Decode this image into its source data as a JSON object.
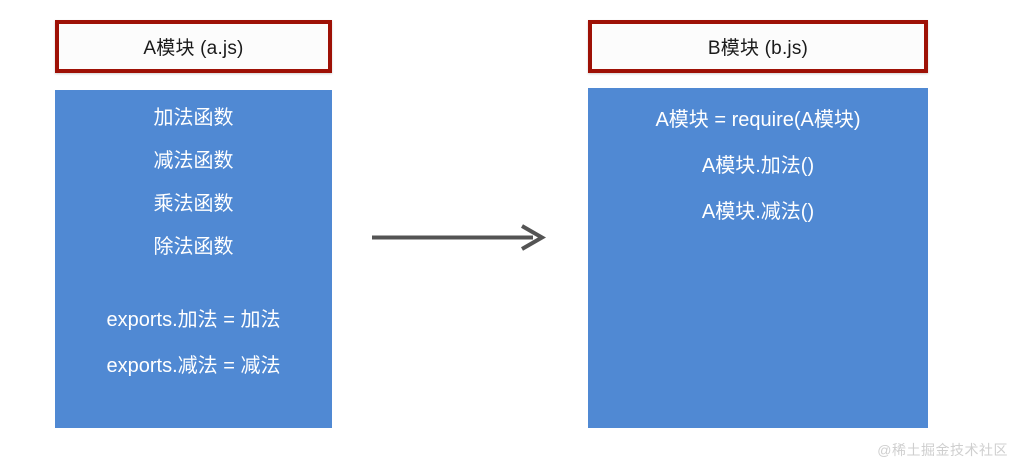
{
  "diagram": {
    "type": "module-dependency",
    "arrow": {
      "name": "require-arrow",
      "direction": "left-to-right",
      "color": "#545454"
    },
    "colors": {
      "title_border": "#9e1106",
      "title_fill": "#fcfcfc",
      "body_fill": "#5089d3",
      "body_text": "#ffffff",
      "title_text": "#1b1b1b",
      "arrow": "#545454",
      "watermark": "#cfcfcf"
    },
    "modules": [
      {
        "id": "module-a",
        "title": "A模块 (a.js)",
        "lines": [
          {
            "text": "加法函数",
            "group": "functions"
          },
          {
            "text": "减法函数",
            "group": "functions"
          },
          {
            "text": "乘法函数",
            "group": "functions"
          },
          {
            "text": "除法函数",
            "group": "functions"
          },
          {
            "text": "exports.加法 = 加法",
            "group": "exports"
          },
          {
            "text": "exports.减法 = 减法",
            "group": "exports"
          }
        ]
      },
      {
        "id": "module-b",
        "title": "B模块 (b.js)",
        "lines": [
          {
            "text": "A模块 = require(A模块)",
            "group": "require"
          },
          {
            "text": "A模块.加法()",
            "group": "calls"
          },
          {
            "text": "A模块.减法()",
            "group": "calls"
          }
        ]
      }
    ]
  },
  "watermark": {
    "text": "@稀土掘金技术社区"
  }
}
